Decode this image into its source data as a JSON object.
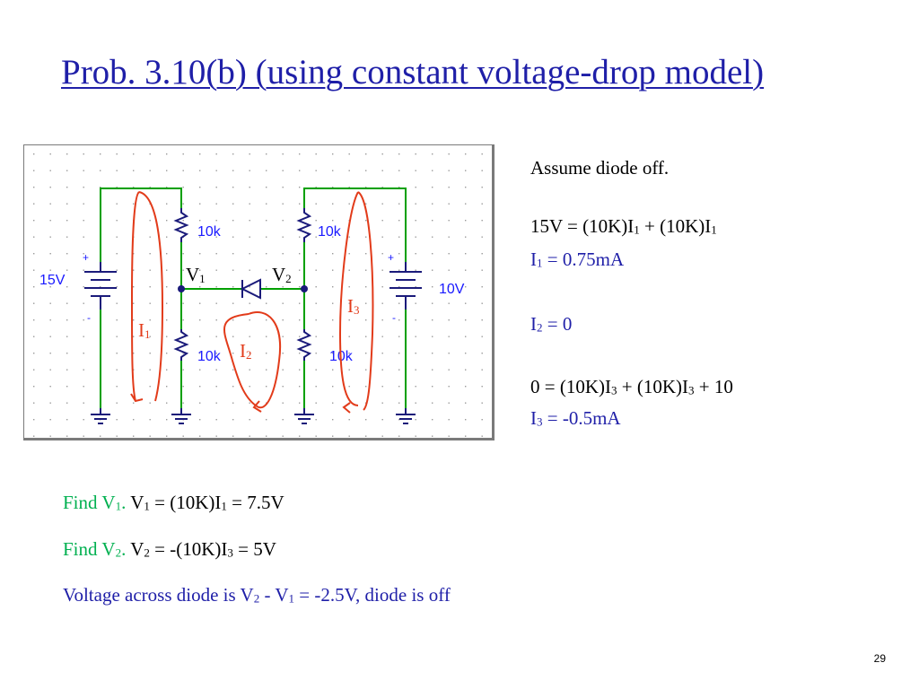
{
  "title": "Prob. 3.10(b) (using constant voltage-drop model)",
  "circuit": {
    "source_left": "15V",
    "source_right": "10V",
    "r_top_left": "10k",
    "r_top_right": "10k",
    "r_bot_left": "10k",
    "r_bot_right": "10k",
    "plus": "+",
    "minus": "-",
    "node_v1": {
      "main": "V",
      "sub": "1"
    },
    "node_v2": {
      "main": "V",
      "sub": "2"
    },
    "loop_i1": {
      "main": "I",
      "sub": "1"
    },
    "loop_i2": {
      "main": "I",
      "sub": "2"
    },
    "loop_i3": {
      "main": "I",
      "sub": "3"
    },
    "colors": {
      "wire": "#00a000",
      "component": "#1a1a7a",
      "label": "#1a1aff",
      "annotation": "#e23b1a",
      "node": "#1a1a7a"
    }
  },
  "analysis": {
    "assume": "Assume diode off.",
    "eq1": {
      "p1": "15V = (10K)I",
      "s1": "1",
      "p2": " + (10K)I",
      "s2": "1"
    },
    "res1": {
      "p1": "I",
      "s1": "1",
      "p2": " = 0.75mA"
    },
    "res2": {
      "p1": "I",
      "s1": "2",
      "p2": " = 0"
    },
    "eq3": {
      "p1": "0 = (10K)I",
      "s1": "3",
      "p2": " + (10K)I",
      "s2": "3",
      "p3": " + 10"
    },
    "res3": {
      "p1": "I",
      "s1": "3",
      "p2": " = -0.5mA"
    }
  },
  "findings": {
    "v1": {
      "lead": "Find V",
      "lead_sub": "1",
      "lead_end": ".",
      "p1": " V",
      "s1": "1",
      "p2": " = (10K)I",
      "s2": "1",
      "p3": " = 7.5V"
    },
    "v2": {
      "lead": "Find V",
      "lead_sub": "2",
      "lead_end": ".",
      "p1": " V",
      "s1": "2",
      "p2": " = -(10K)I",
      "s2": "3",
      "p3": " = 5V"
    },
    "diode": {
      "p1": "Voltage across diode is V",
      "s1": "2",
      "p2": " - V",
      "s2": "1",
      "p3": " = -2.5V, diode is off"
    }
  },
  "page_number": "29"
}
